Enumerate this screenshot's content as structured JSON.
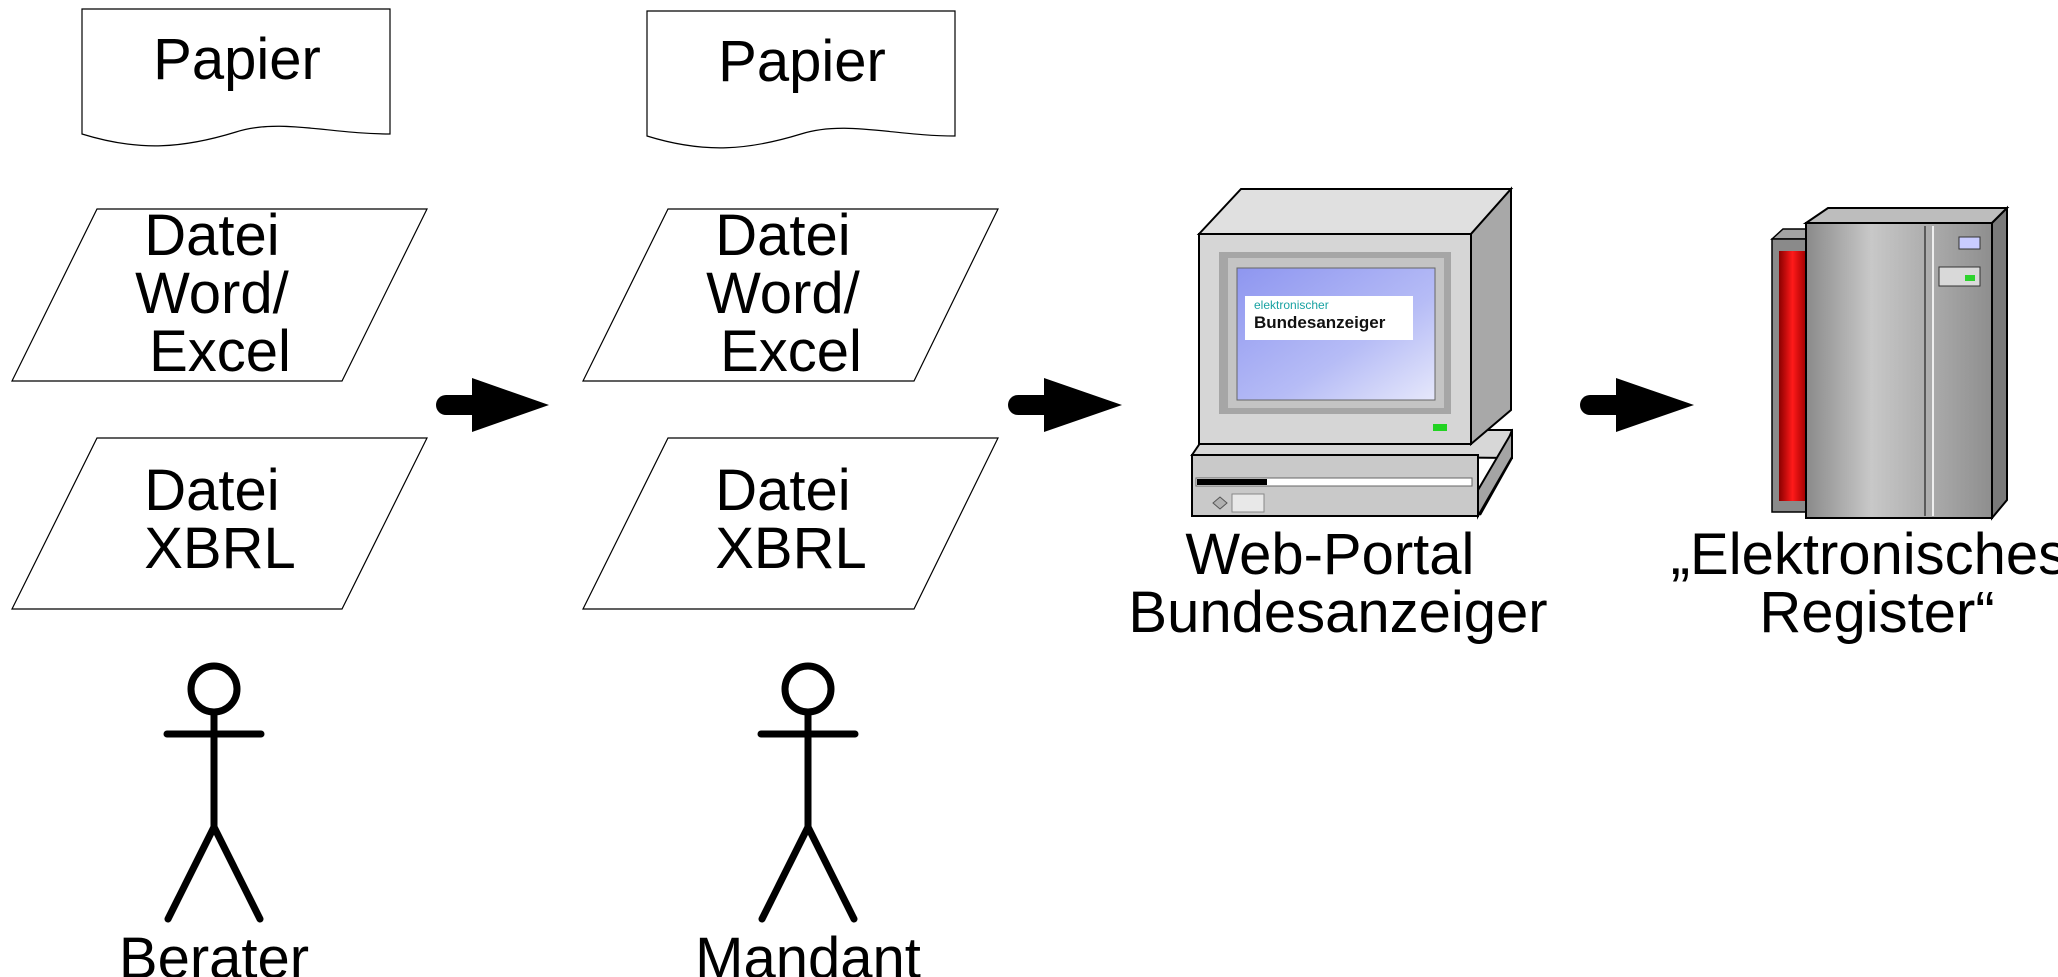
{
  "columns": {
    "berater": {
      "papier": "Papier",
      "word_lines": [
        "Datei",
        "Word/",
        "Excel"
      ],
      "xbrl_lines": [
        "Datei",
        "XBRL"
      ],
      "actor_label": "Berater"
    },
    "mandant": {
      "papier": "Papier",
      "word_lines": [
        "Datei",
        "Word/",
        "Excel"
      ],
      "xbrl_lines": [
        "Datei",
        "XBRL"
      ],
      "actor_label": "Mandant"
    }
  },
  "portal": {
    "screen_small_text": "elektronischer",
    "screen_big_text": "Bundesanzeiger",
    "label_lines": [
      "Web-Portal",
      "Bundesanzeiger"
    ]
  },
  "register": {
    "label_lines": [
      "„Elektronisches",
      "Register“"
    ]
  },
  "colors": {
    "screen": "#9aa3ee",
    "server_red": "#d40000",
    "server_grey": "#9e9e9e",
    "arrow": "#000000"
  }
}
